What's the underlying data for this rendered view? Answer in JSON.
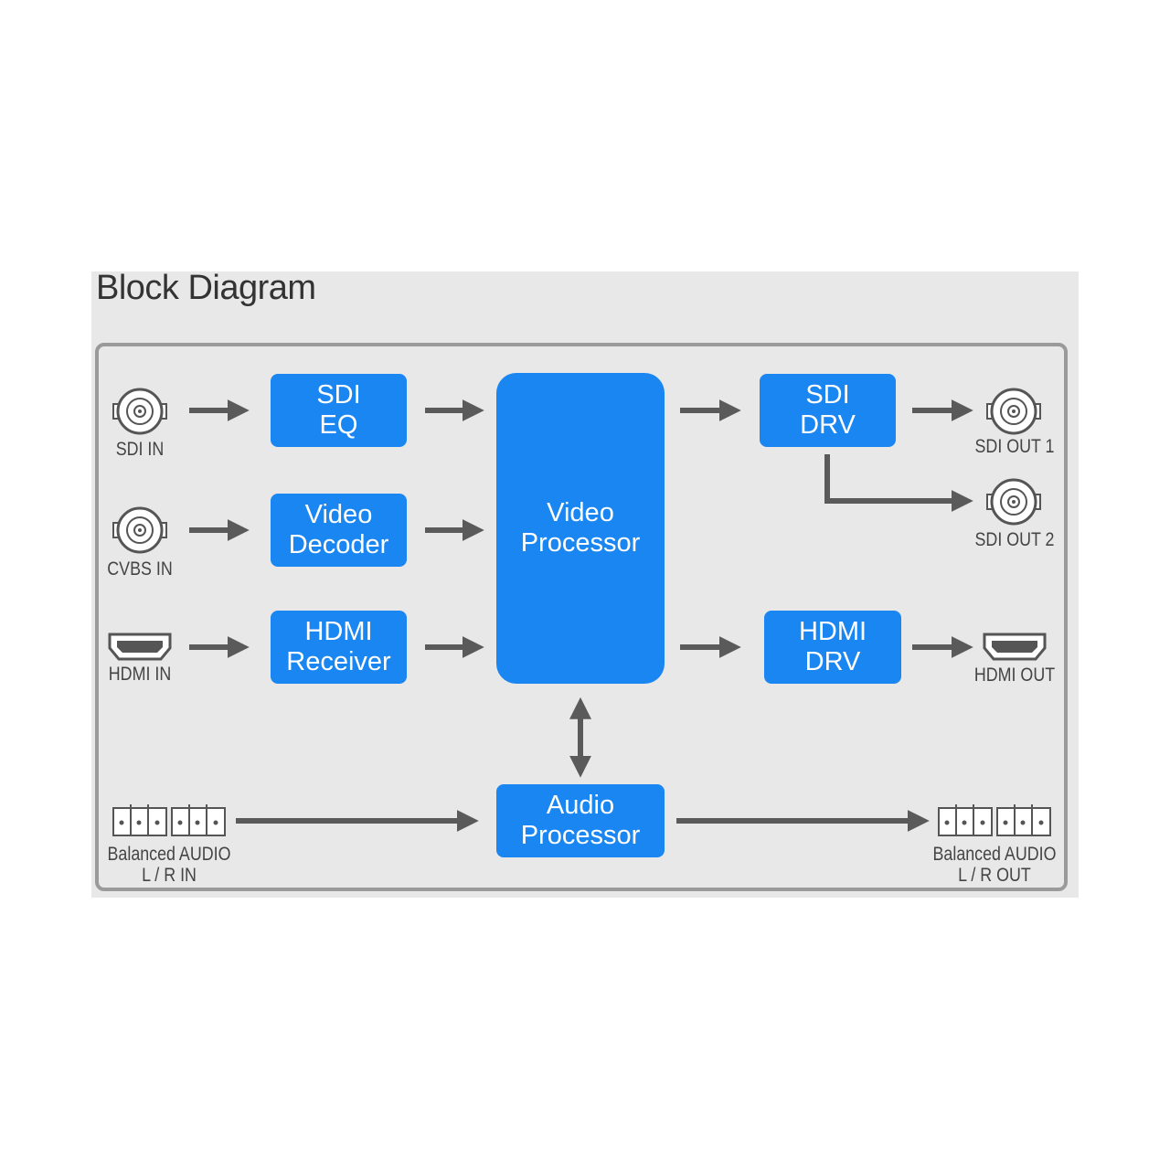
{
  "title": "Block Diagram",
  "blocks": {
    "sdi_eq": [
      "SDI",
      "EQ"
    ],
    "video_decoder": [
      "Video",
      "Decoder"
    ],
    "hdmi_receiver": [
      "HDMI",
      "Receiver"
    ],
    "video_processor": [
      "Video",
      "Processor"
    ],
    "sdi_drv": [
      "SDI",
      "DRV"
    ],
    "hdmi_drv": [
      "HDMI",
      "DRV"
    ],
    "audio_processor": [
      "Audio",
      "Processor"
    ]
  },
  "ports": {
    "sdi_in": "SDI IN",
    "cvbs_in": "CVBS IN",
    "hdmi_in": "HDMI IN",
    "sdi_out_1": "SDI OUT 1",
    "sdi_out_2": "SDI OUT 2",
    "hdmi_out": "HDMI OUT",
    "audio_in_1": "Balanced AUDIO",
    "audio_in_2": "L / R IN",
    "audio_out_1": "Balanced AUDIO",
    "audio_out_2": "L / R OUT"
  },
  "colors": {
    "block": "#1a86f2",
    "arrow": "#5a5a5a",
    "panel": "#e8e8e8",
    "frame": "#9a9a9a"
  },
  "icons": [
    "bnc-connector-icon",
    "hdmi-port-icon",
    "terminal-block-icon"
  ]
}
